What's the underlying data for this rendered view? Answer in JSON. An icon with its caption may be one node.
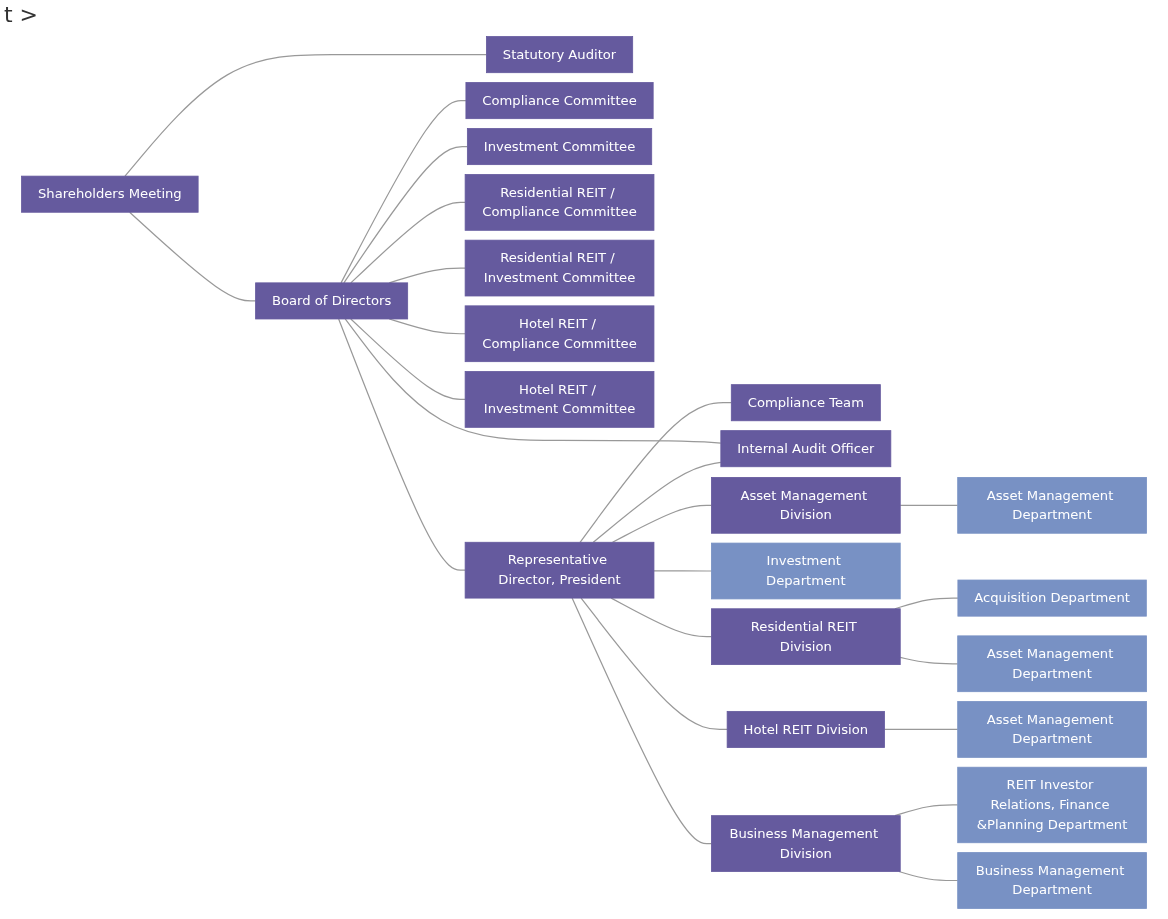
{
  "diagram": {
    "nodes": [
      {
        "text": [
          "Shareholders Meeting"
        ]
      },
      {
        "text": [
          "Statutory Auditor"
        ]
      },
      {
        "text": [
          "Compliance Committee"
        ]
      },
      {
        "text": [
          "Investment Committee"
        ]
      },
      {
        "text": [
          "Residential REIT / Compliance Committee"
        ]
      },
      {
        "text": [
          "Residential REIT / Investment Committee"
        ]
      },
      {
        "text": [
          "Hotel REIT / Compliance Committee"
        ]
      },
      {
        "text": [
          "Hotel REIT / Investment Committee"
        ]
      },
      {
        "text": [
          "Board of Directors"
        ]
      },
      {
        "text": [
          "Representative Director, President"
        ]
      },
      {
        "text": [
          "Compliance Team"
        ]
      },
      {
        "text": [
          "Internal Audit Officer"
        ]
      },
      {
        "text": [
          "Asset Management Division"
        ]
      },
      {
        "text": [
          "Asset Management Department"
        ]
      },
      {
        "text": [
          "Investment Department"
        ]
      },
      {
        "text": [
          "Residential REIT Division"
        ]
      },
      {
        "text": [
          "Acquisition Department"
        ]
      },
      {
        "text": [
          "Asset Management Department"
        ]
      },
      {
        "text": [
          "Hotel REIT Division"
        ]
      },
      {
        "text": [
          "Asset Management Department"
        ]
      },
      {
        "text": [
          "Business Management Division"
        ]
      },
      {
        "text": [
          "REIT Investor Relations, Finance &Planning Department"
        ]
      },
      {
        "text": [
          "Business Management Department"
        ]
      }
    ],
    "edges": [
      {
        "from": 0,
        "to": 1,
        "arrow": "none"
      },
      {
        "from": 0,
        "to": 8,
        "arrow": "none"
      },
      {
        "from": 8,
        "to": 2,
        "arrow": "none"
      },
      {
        "from": 8,
        "to": 3,
        "arrow": "none"
      },
      {
        "from": 8,
        "to": 4,
        "arrow": "none"
      },
      {
        "from": 8,
        "to": 5,
        "arrow": "none"
      },
      {
        "from": 8,
        "to": 6,
        "arrow": "none"
      },
      {
        "from": 8,
        "to": 7,
        "arrow": "none"
      },
      {
        "from": 8,
        "to": 9,
        "arrow": "none"
      },
      {
        "from": 8,
        "to": 11,
        "arrow": "none"
      },
      {
        "from": 9,
        "to": 10,
        "arrow": "none"
      },
      {
        "from": 9,
        "to": 11,
        "arrow": "none"
      },
      {
        "from": 9,
        "to": 12,
        "arrow": "none"
      },
      {
        "from": 9,
        "to": 14,
        "arrow": "none"
      },
      {
        "from": 9,
        "to": 15,
        "arrow": "none"
      },
      {
        "from": 9,
        "to": 18,
        "arrow": "none"
      },
      {
        "from": 9,
        "to": 20,
        "arrow": "none"
      },
      {
        "from": 12,
        "to": 13,
        "arrow": "none"
      },
      {
        "from": 15,
        "to": 16,
        "arrow": "none"
      },
      {
        "from": 15,
        "to": 17,
        "arrow": "none"
      },
      {
        "from": 18,
        "to": 19,
        "arrow": "none"
      },
      {
        "from": 20,
        "to": 21,
        "arrow": "none"
      },
      {
        "from": 20,
        "to": 22,
        "arrow": "none"
      }
    ],
    "labels": [
      "t >"
    ]
  }
}
